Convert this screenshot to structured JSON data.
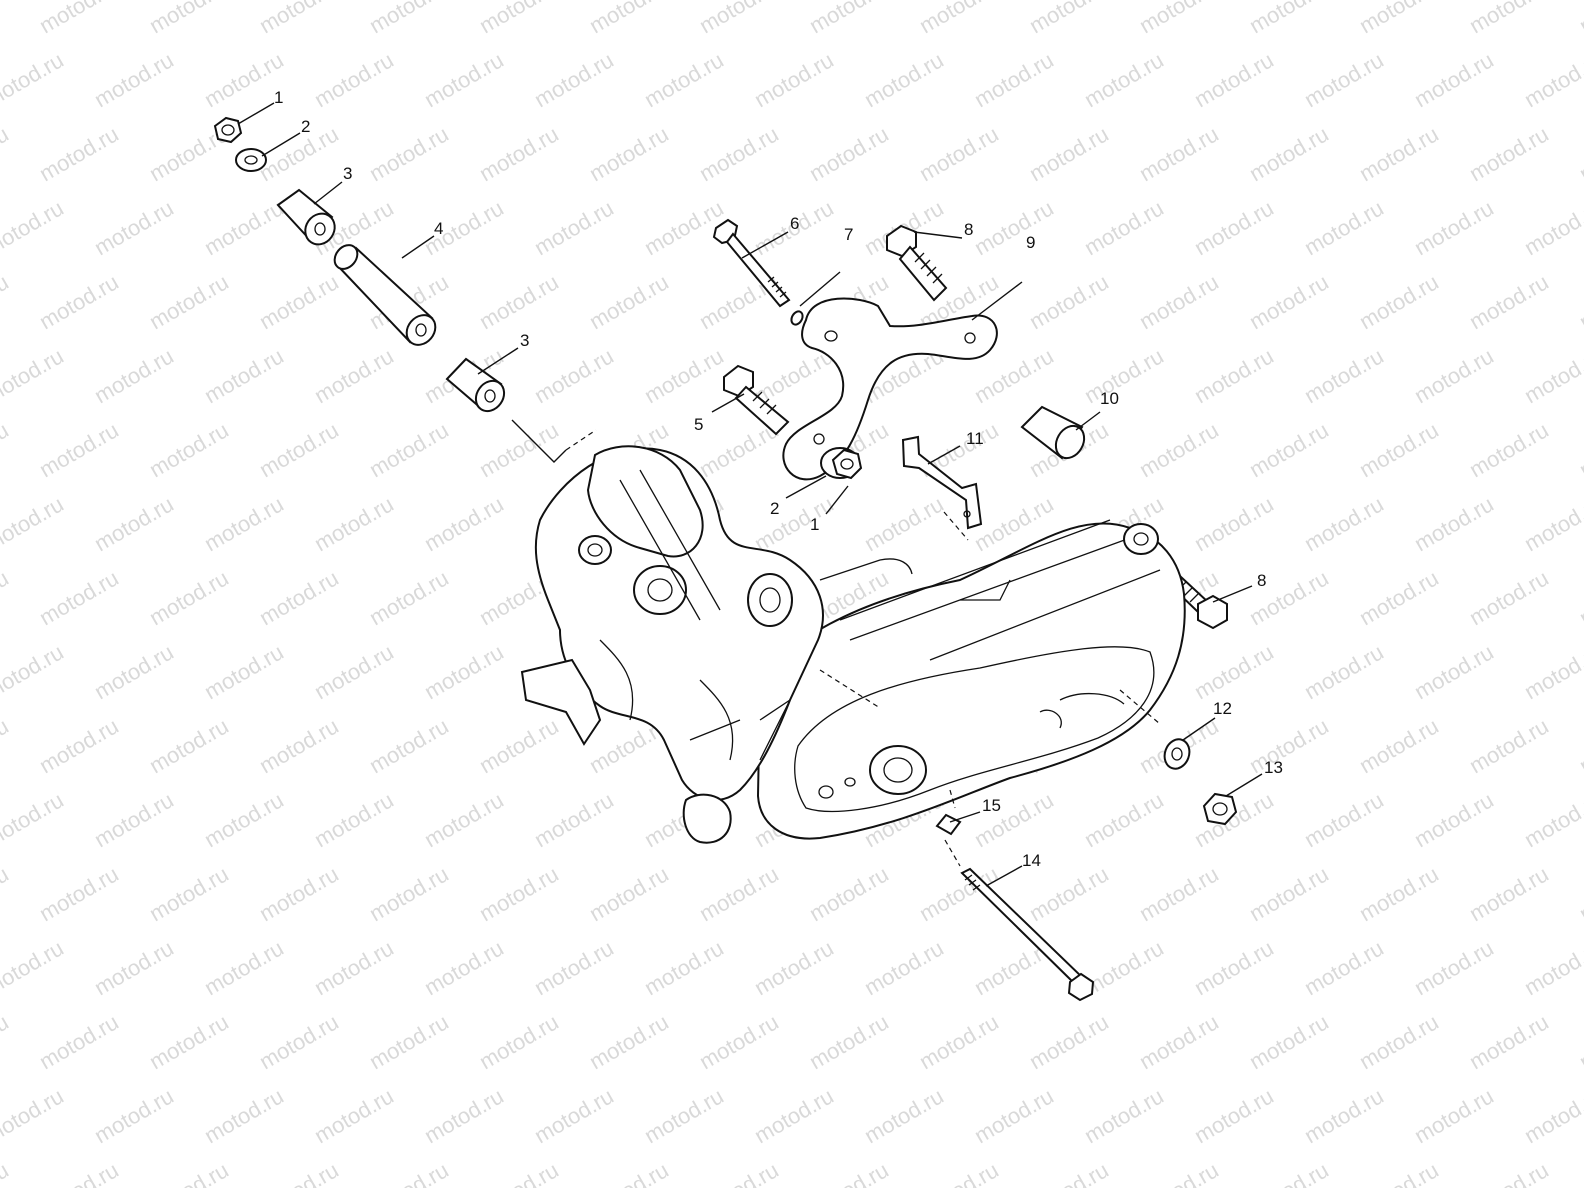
{
  "watermark": {
    "text": "motod.ru",
    "color": "#d9d9d9"
  },
  "callouts": [
    {
      "id": "c1a",
      "label": "1"
    },
    {
      "id": "c2a",
      "label": "2"
    },
    {
      "id": "c3a",
      "label": "3"
    },
    {
      "id": "c4",
      "label": "4"
    },
    {
      "id": "c3b",
      "label": "3"
    },
    {
      "id": "c6",
      "label": "6"
    },
    {
      "id": "c7",
      "label": "7"
    },
    {
      "id": "c8a",
      "label": "8"
    },
    {
      "id": "c9",
      "label": "9"
    },
    {
      "id": "c5",
      "label": "5"
    },
    {
      "id": "c10",
      "label": "10"
    },
    {
      "id": "c11",
      "label": "11"
    },
    {
      "id": "c2b",
      "label": "2"
    },
    {
      "id": "c1b",
      "label": "1"
    },
    {
      "id": "c8b",
      "label": "8"
    },
    {
      "id": "c12",
      "label": "12"
    },
    {
      "id": "c13",
      "label": "13"
    },
    {
      "id": "c15",
      "label": "15"
    },
    {
      "id": "c14",
      "label": "14"
    }
  ]
}
